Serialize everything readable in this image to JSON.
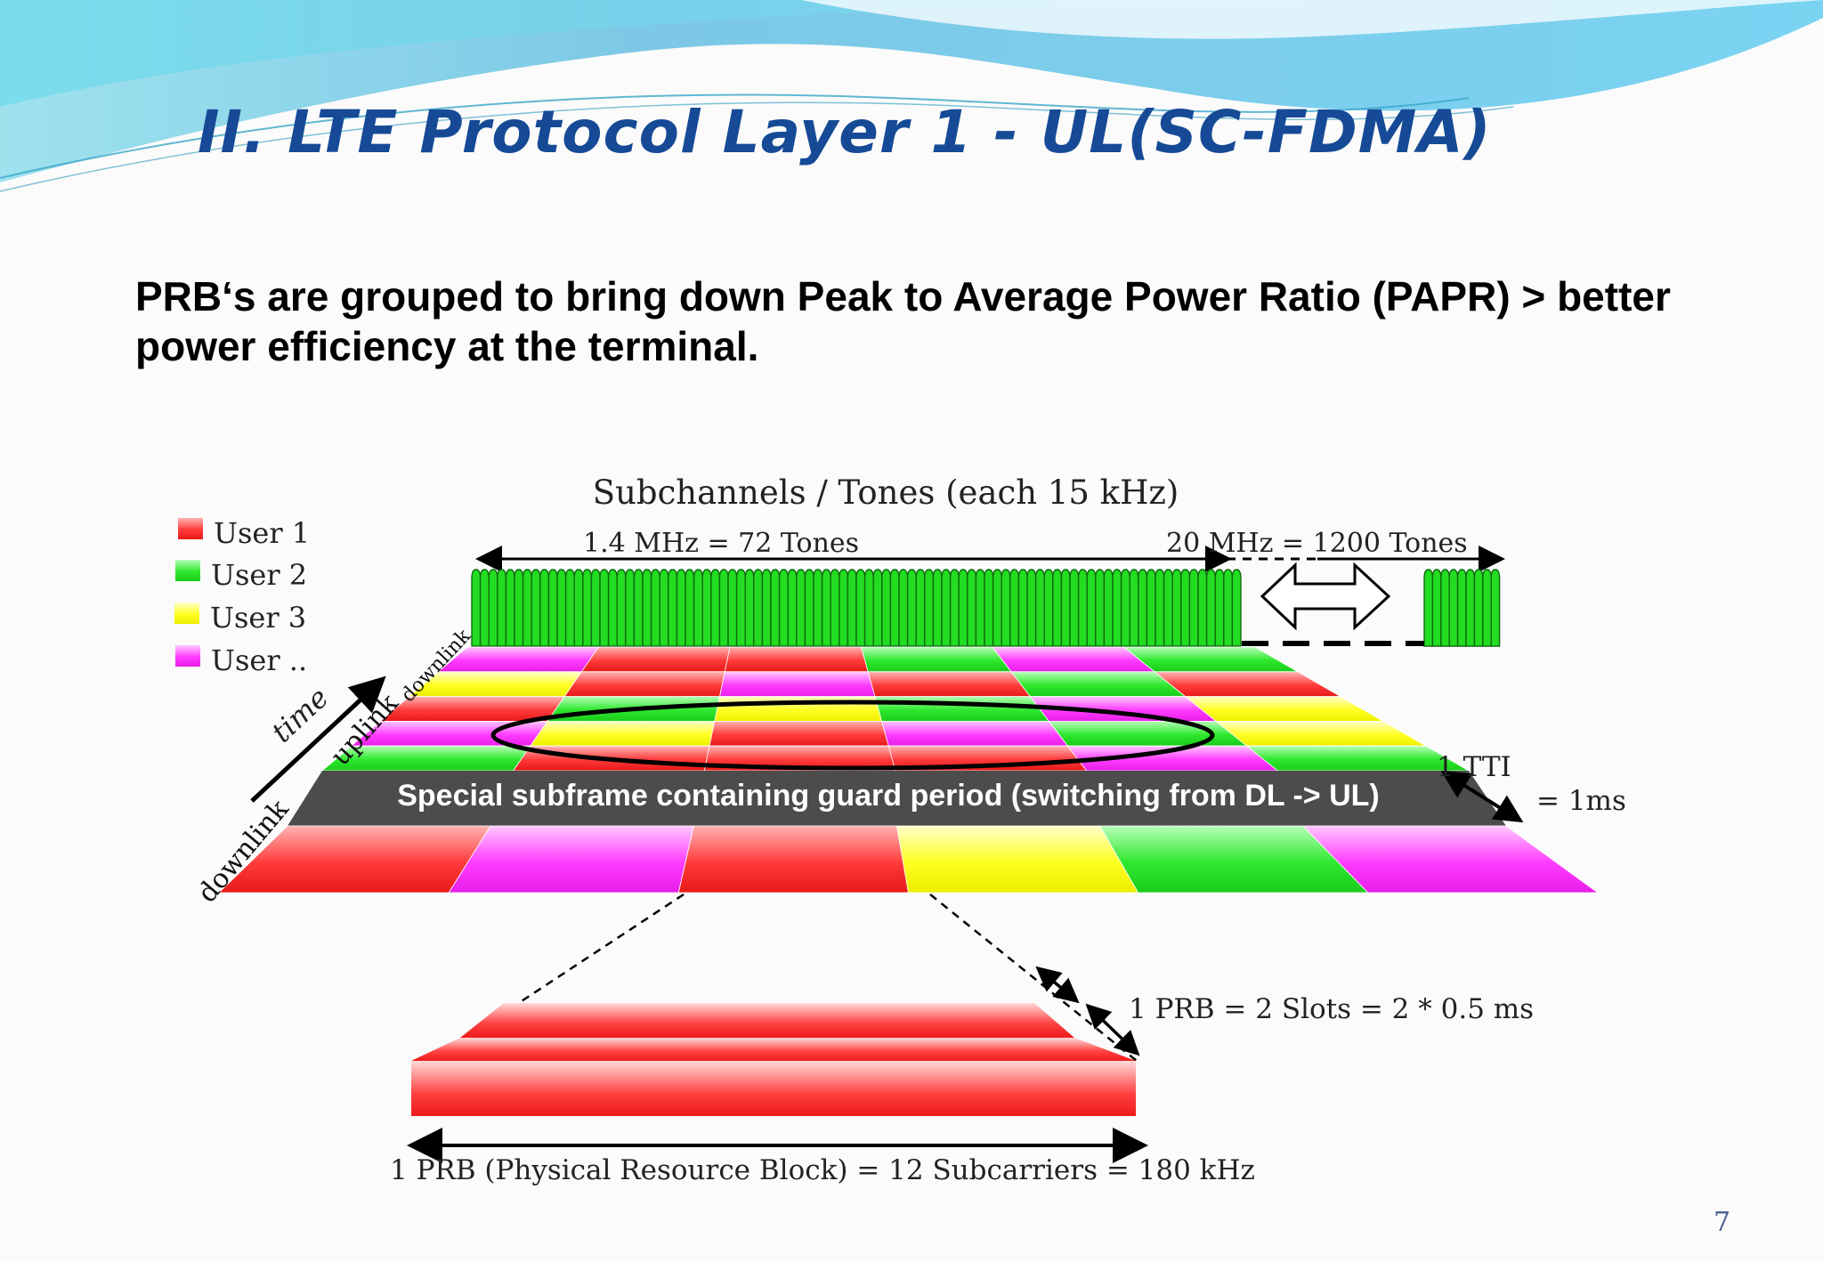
{
  "slide": {
    "title": "II. LTE Protocol Layer 1 - UL(SC-FDMA)",
    "subtitle": "PRB‘s are grouped to bring down Peak to Average Power Ratio (PAPR) > better power efficiency at the terminal.",
    "page_number": "7"
  },
  "colors": {
    "user1": "#ff3b3b",
    "user2": "#2ee82e",
    "user3": "#ffff22",
    "user_more": "#ff3cff",
    "title": "#164a96",
    "tones": "#22dd22",
    "special_band": "#4a4a4a"
  },
  "diagram": {
    "header": "Subchannels / Tones (each 15 kHz)",
    "bw_small": "1.4 MHz = 72 Tones",
    "bw_large": "20 MHz = 1200 Tones",
    "legend": [
      {
        "label": "User 1",
        "color": "user1"
      },
      {
        "label": "User 2",
        "color": "user2"
      },
      {
        "label": "User 3",
        "color": "user3"
      },
      {
        "label": "User ..",
        "color": "user_more"
      }
    ],
    "axis_time": "time",
    "label_downlink_top": "downlink",
    "label_uplink": "uplink",
    "label_downlink_bottom": "downlink",
    "special_subframe": "Special subframe containing guard period (switching from DL -> UL)",
    "tti_label": "1 TTI",
    "tti_value": "= 1ms",
    "prb_slots": "1 PRB = 2 Slots = 2 * 0.5 ms",
    "prb_def": "1 PRB (Physical Resource Block) = 12 Subcarriers = 180 kHz",
    "grid_rows": [
      [
        "user_more",
        "user1",
        "user1",
        "user2",
        "user_more",
        "user2"
      ],
      [
        "user3",
        "user1",
        "user_more",
        "user1",
        "user2",
        "user1"
      ],
      [
        "user1",
        "user2",
        "user3",
        "user2",
        "user_more",
        "user3"
      ],
      [
        "user_more",
        "user3",
        "user1",
        "user_more",
        "user2",
        "user3"
      ],
      [
        "user2",
        "user1",
        "user1",
        "user1",
        "user_more",
        "user2"
      ]
    ],
    "bottom_row": [
      "user1",
      "user_more",
      "user1",
      "user3",
      "user2",
      "user_more"
    ]
  }
}
